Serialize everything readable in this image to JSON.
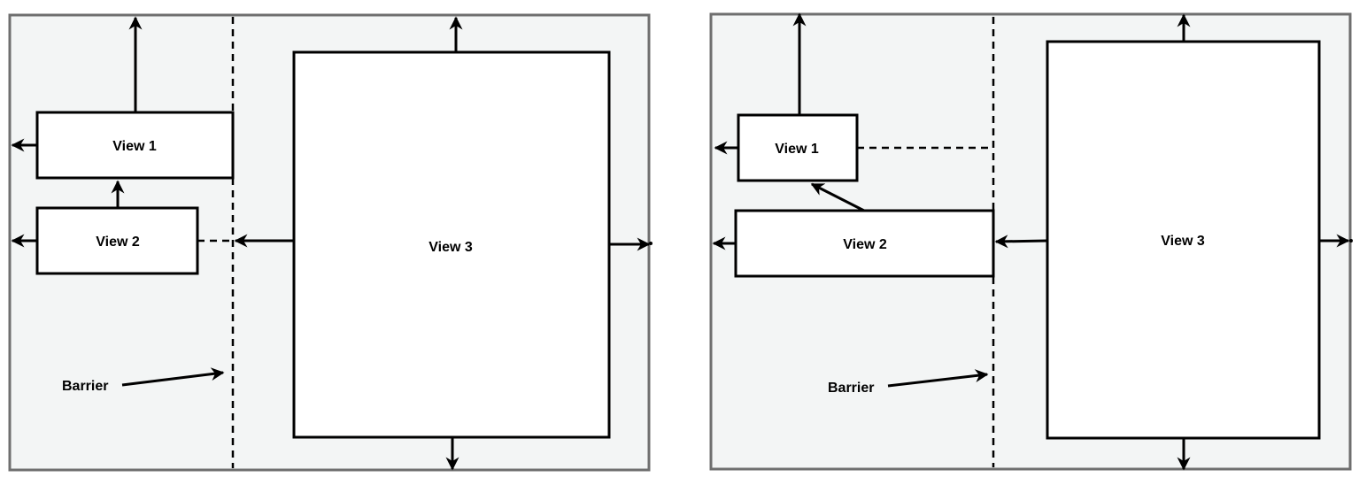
{
  "diagrams": [
    {
      "id": "left",
      "views": [
        {
          "label": "View 1"
        },
        {
          "label": "View 2"
        },
        {
          "label": "View 3"
        }
      ],
      "barrier_label": "Barrier"
    },
    {
      "id": "right",
      "views": [
        {
          "label": "View 1"
        },
        {
          "label": "View 2"
        },
        {
          "label": "View 3"
        }
      ],
      "barrier_label": "Barrier"
    }
  ],
  "colors": {
    "panel_background": "#f3f5f5",
    "panel_border": "#6f6f6f",
    "stroke": "#000000",
    "view_fill": "#ffffff"
  }
}
